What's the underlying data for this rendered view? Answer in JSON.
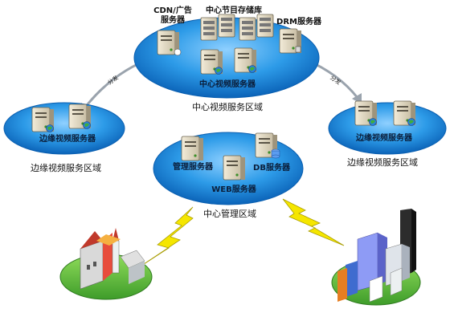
{
  "central": {
    "cdn_label_line1": "CDN/广告",
    "cdn_label_line2": "服务器",
    "storage_label": "中心节目存储库",
    "drm_label": "DRM服务器",
    "video_label": "中心视频服务器",
    "zone_label": "中心视频服务区域"
  },
  "edge_left": {
    "server_label": "边缘视频服务器",
    "zone_label": "边缘视频服务区域"
  },
  "edge_right": {
    "server_label": "边缘视频服务器",
    "zone_label": "边缘视频服务区域"
  },
  "management": {
    "mgmt_server_label": "管理服务器",
    "db_server_label": "DB服务器",
    "web_server_label": "WEB服务器",
    "zone_label": "中心管理区域"
  },
  "arrows": {
    "left_label": "分发",
    "right_label": "分发"
  },
  "colors": {
    "zone_fill": "#1f8fe0",
    "zone_edge": "#0a5fb0",
    "lightning": "#f5e600",
    "ground": "#5fbf3a"
  }
}
